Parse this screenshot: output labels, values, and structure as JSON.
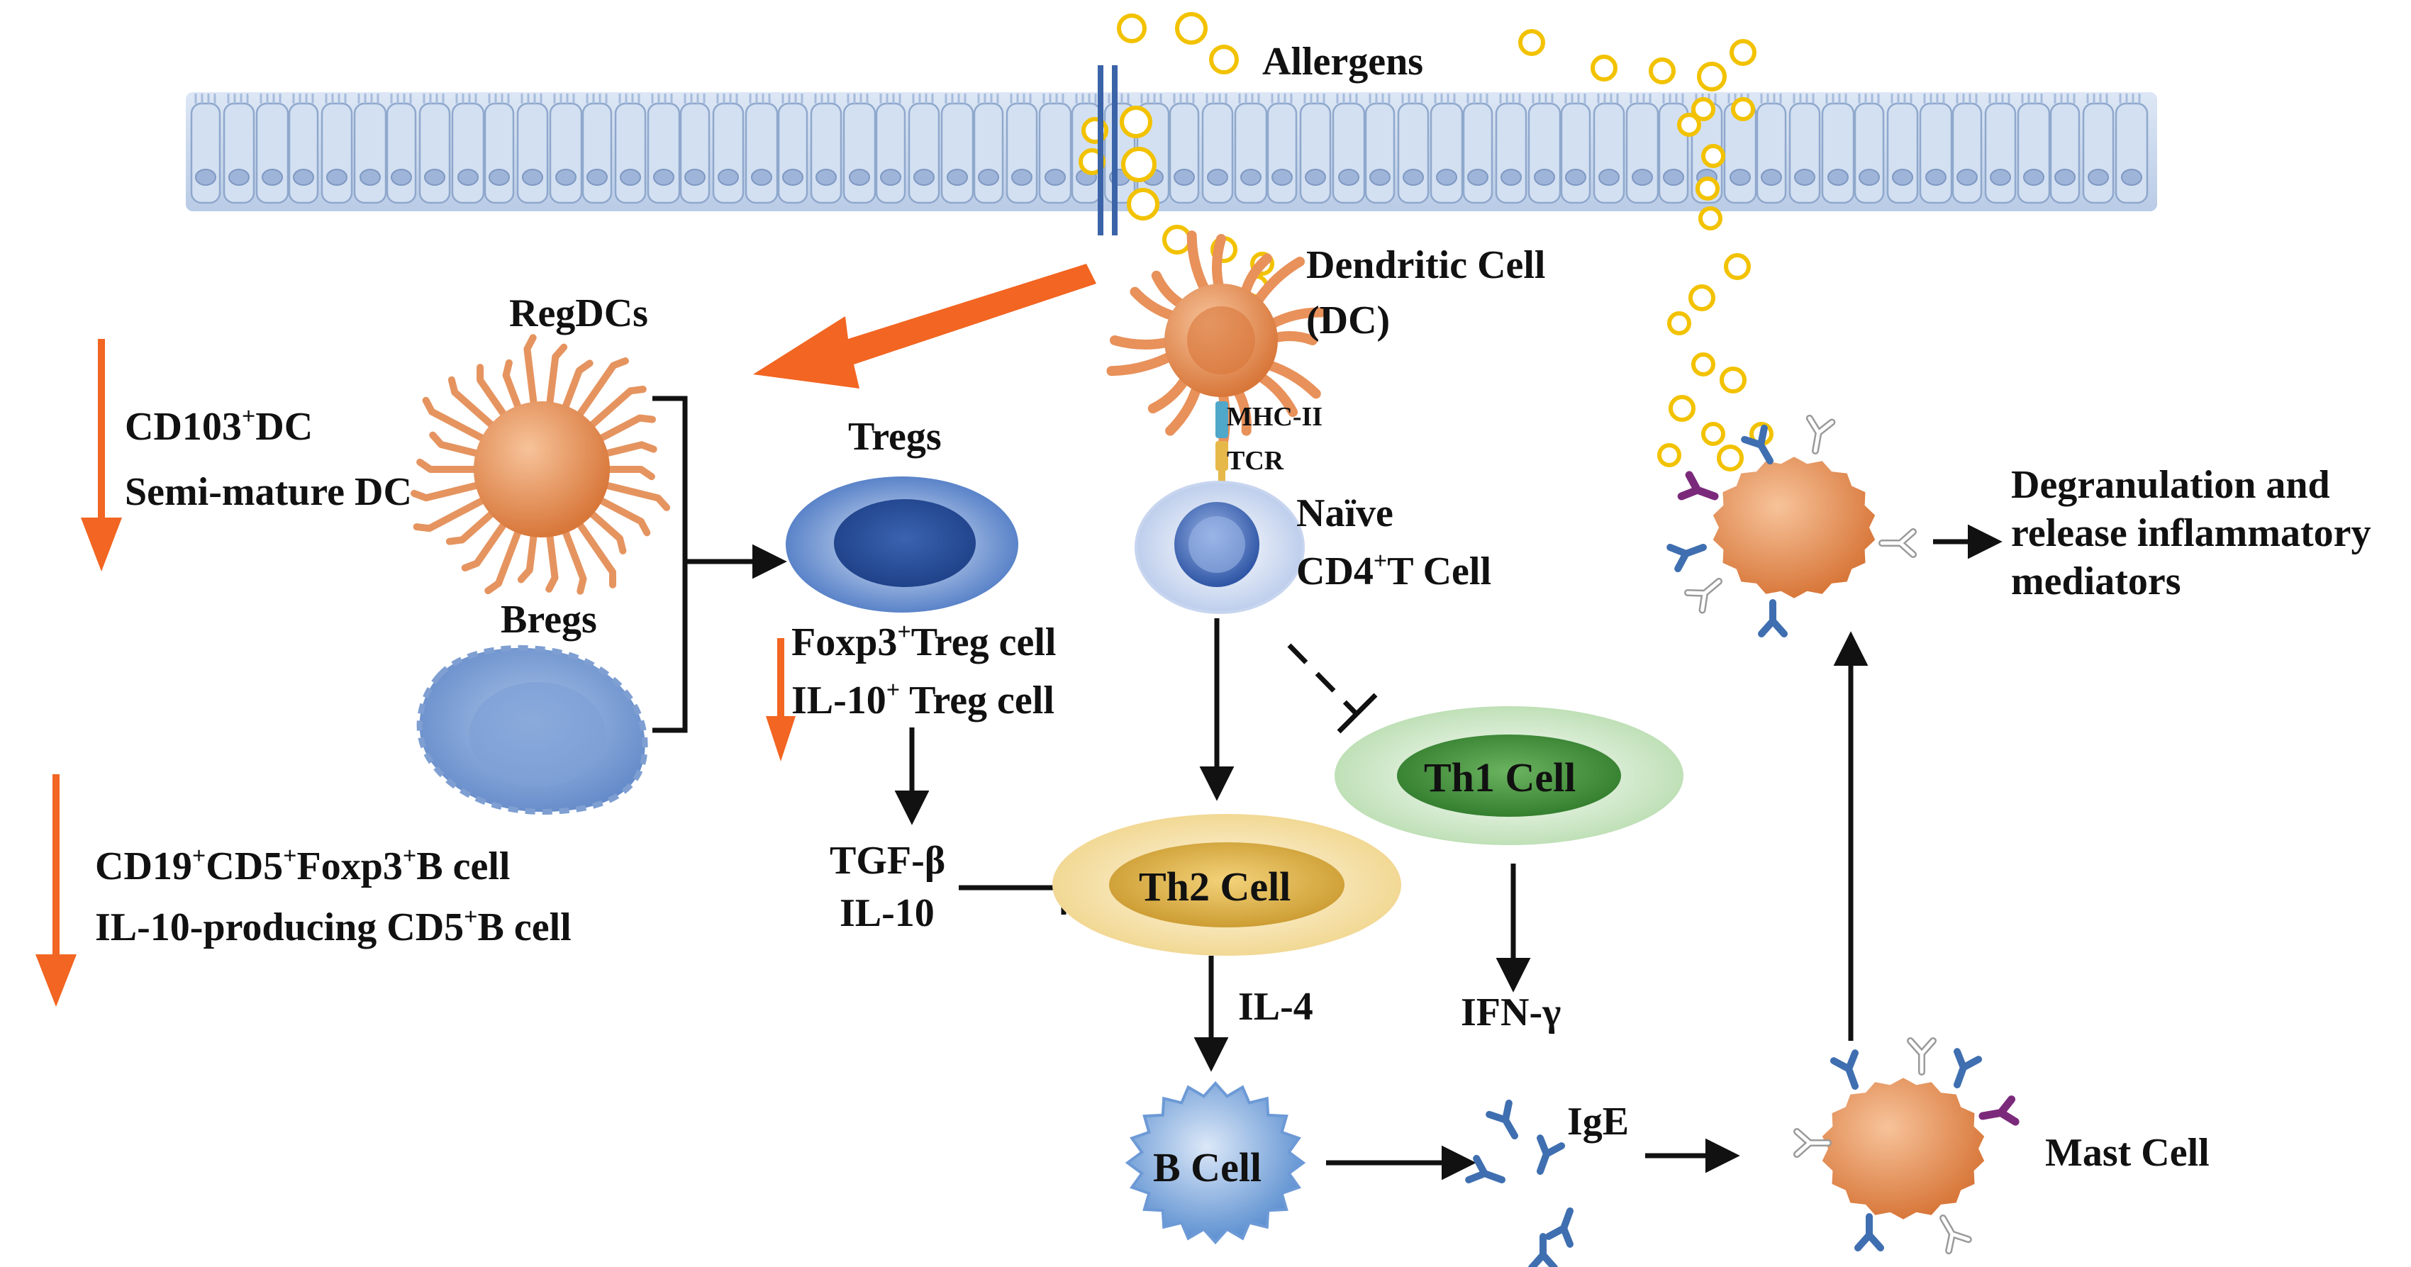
{
  "labels": {
    "allergens": "Allergens",
    "dc_line1": "Dendritic Cell",
    "dc_line2": "(DC)",
    "mhc": "MHC-II",
    "tcr": "TCR",
    "regdcs": "RegDCs",
    "regdc_cd103_a": "CD103",
    "regdc_cd103_sup": "+",
    "regdc_cd103_b": "DC",
    "regdc_semi": "Semi-mature DC",
    "bregs": "Bregs",
    "breg_cd19": "CD19",
    "breg_sup1": "+",
    "breg_cd5": "CD5",
    "breg_sup2": "+",
    "breg_foxp3": "Foxp3",
    "breg_sup3": "+",
    "breg_bcell": "B cell",
    "breg_il10": "IL-10-producing CD5",
    "breg_sup4": "+",
    "breg_bcell2": "B cell",
    "tregs": "Tregs",
    "treg_foxp3": "Foxp3",
    "treg_sup1": "+",
    "treg_cell1": "Treg cell",
    "treg_il10": "IL-10",
    "treg_sup2": "+",
    "treg_cell2": " Treg cell",
    "tgfb": "TGF-β",
    "il10": "IL-10",
    "naive_line1": "Naïve",
    "naive_line2a": "CD4",
    "naive_sup": "+",
    "naive_line2b": "T Cell",
    "th1": "Th1 Cell",
    "th2": "Th2 Cell",
    "ifng": "IFN-γ",
    "il4": "IL-4",
    "bcell": "B Cell",
    "ige": "IgE",
    "mast": "Mast Cell",
    "degran_line1": "Degranulation and",
    "degran_line2": "release inflammatory",
    "degran_line3": "mediators"
  },
  "colors": {
    "epithelium": "#c9d8ee",
    "epithelium_line": "#8fa8cc",
    "allergen_fill": "#ffffff",
    "allergen_stroke": "#f2c200",
    "decrease_arrow": "#f26522",
    "dc": "#e8915a",
    "treg": "#3d6bb5",
    "naive": "#4a72c2",
    "th1": "#3f8f3a",
    "th2": "#e0b74c",
    "bcell": "#5b8fd0",
    "mast": "#e49458",
    "antibody": "#3f6fb0",
    "receptor_purple": "#7b2a7b"
  },
  "icons": [
    "allergen-particle-icon",
    "dendritic-cell-icon",
    "regdc-cell-icon",
    "breg-cell-icon",
    "treg-cell-icon",
    "naive-t-cell-icon",
    "th1-cell-icon",
    "th2-cell-icon",
    "b-cell-icon",
    "mast-cell-icon",
    "ige-antibody-icon",
    "decrease-arrow-icon"
  ]
}
